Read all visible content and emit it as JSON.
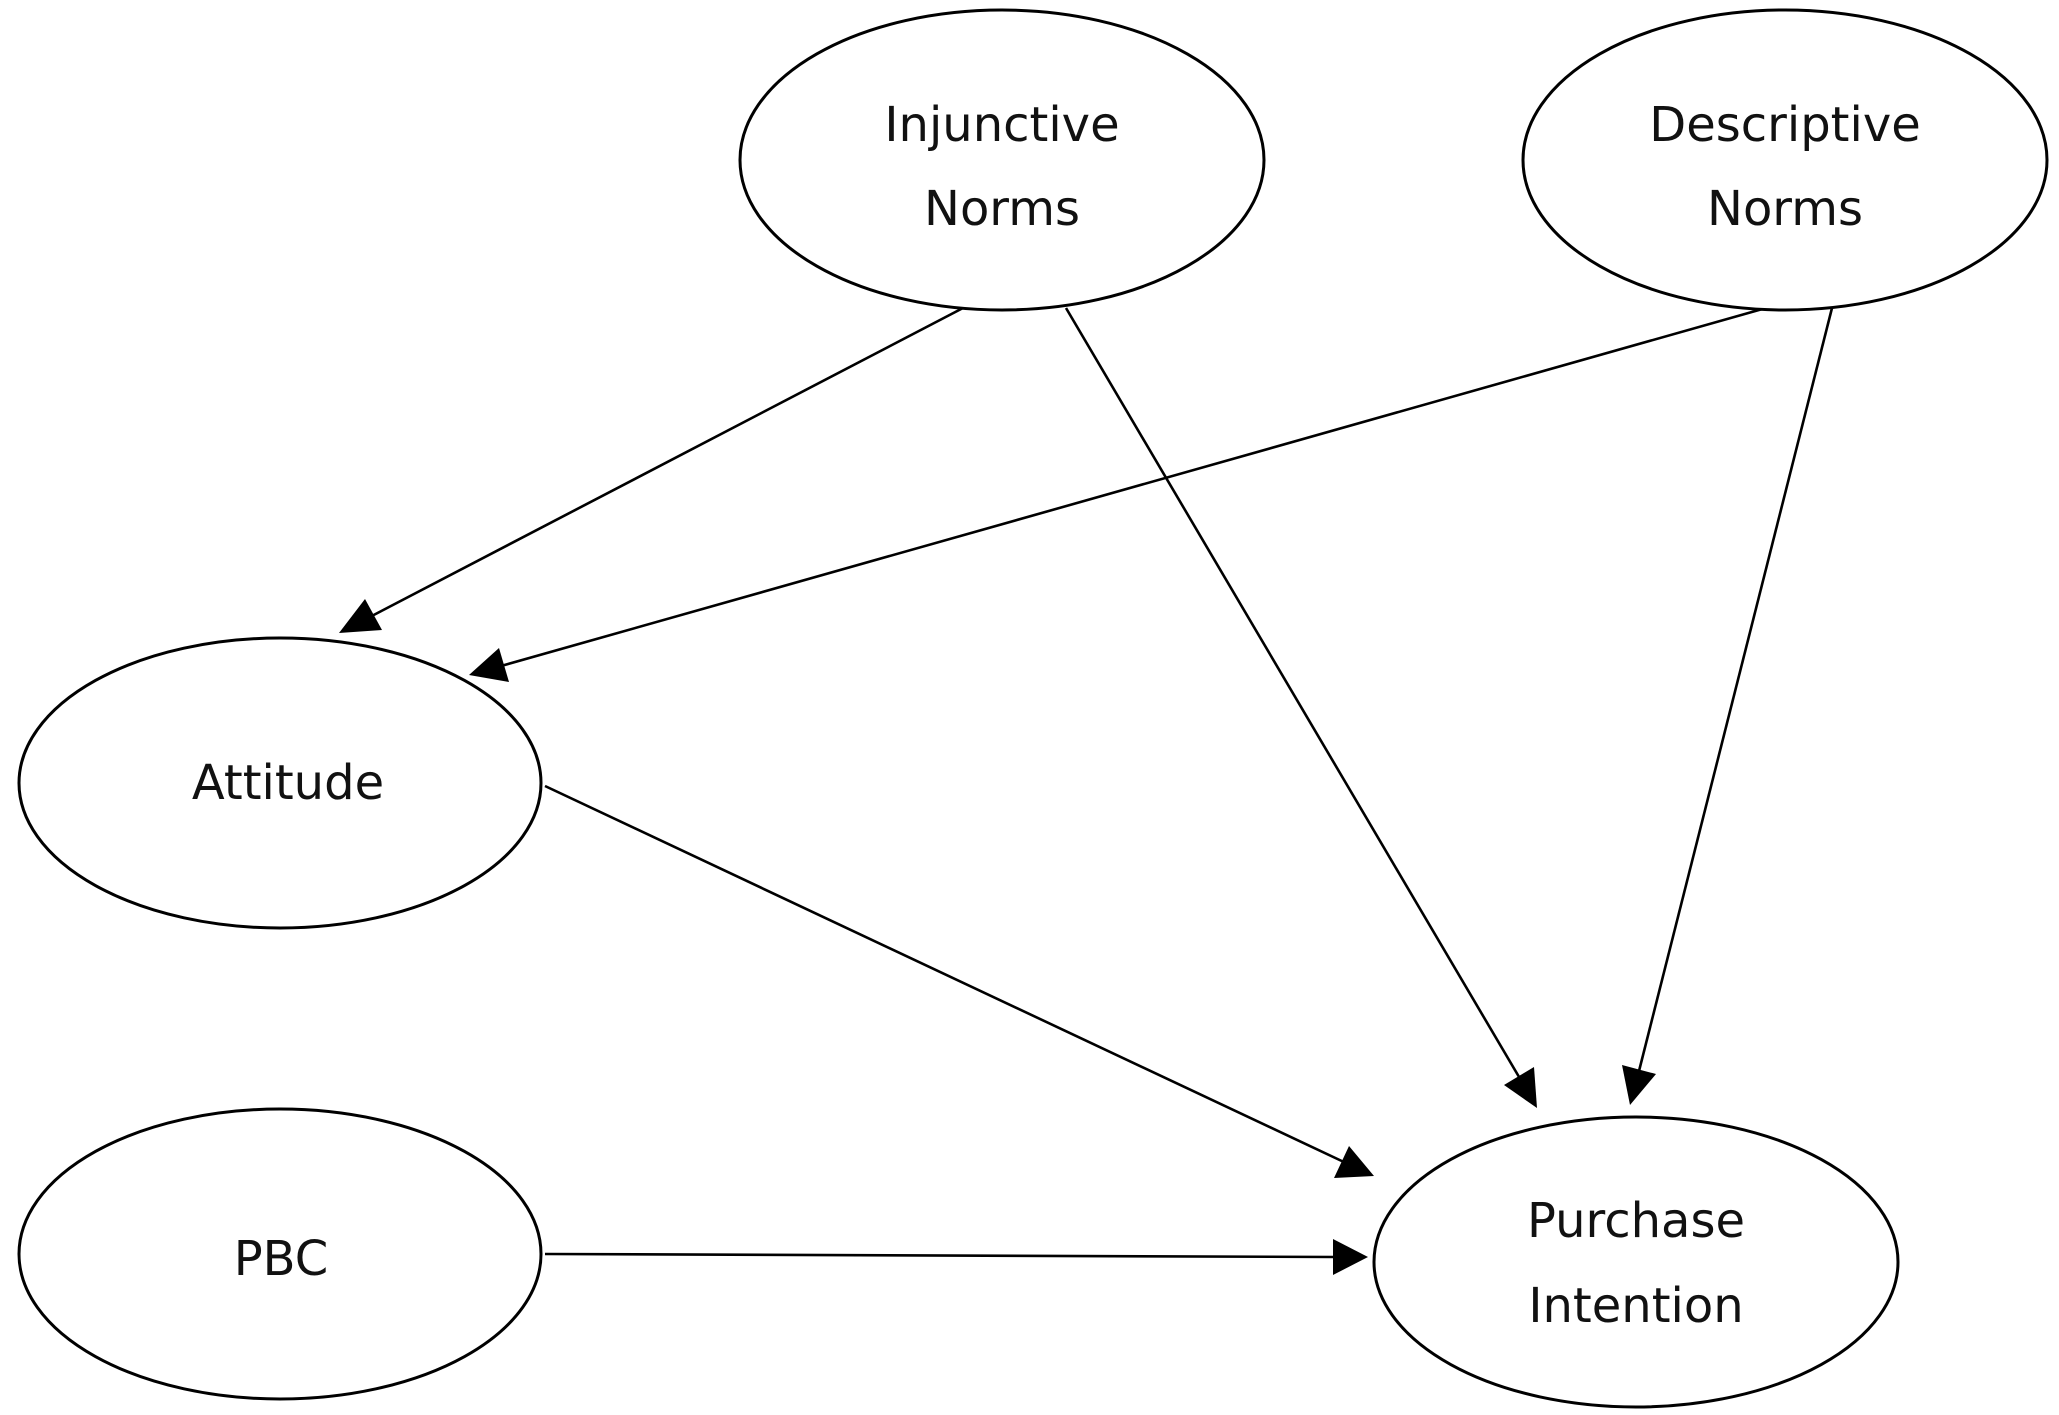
{
  "diagram": {
    "nodes": [
      {
        "id": "injunctive",
        "label_lines": [
          "Injunctive",
          "Norms"
        ]
      },
      {
        "id": "descriptive",
        "label_lines": [
          "Descriptive",
          "Norms"
        ]
      },
      {
        "id": "attitude",
        "label_lines": [
          "Attitude"
        ]
      },
      {
        "id": "pbc",
        "label_lines": [
          "PBC"
        ]
      },
      {
        "id": "purchase",
        "label_lines": [
          "Purchase",
          "Intention"
        ]
      }
    ],
    "edges": [
      {
        "from": "injunctive",
        "to": "attitude"
      },
      {
        "from": "descriptive",
        "to": "attitude"
      },
      {
        "from": "injunctive",
        "to": "purchase"
      },
      {
        "from": "descriptive",
        "to": "purchase"
      },
      {
        "from": "attitude",
        "to": "purchase"
      },
      {
        "from": "pbc",
        "to": "purchase"
      }
    ],
    "colors": {
      "stroke": "#000000",
      "fill": "#ffffff",
      "text": "#111111"
    }
  }
}
